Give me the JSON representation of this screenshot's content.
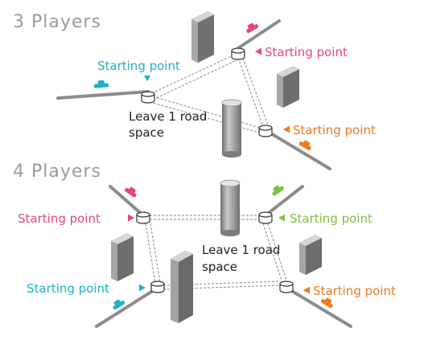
{
  "sections": [
    {
      "heading": "3 Players",
      "labels": [
        {
          "text": "Starting point",
          "color": "pink"
        },
        {
          "text": "Starting point",
          "color": "cyan"
        },
        {
          "text": "Starting point",
          "color": "orange"
        }
      ],
      "note_line1": "Leave 1 road",
      "note_line2": "space"
    },
    {
      "heading": "4 Players",
      "labels": [
        {
          "text": "Starting point",
          "color": "pink"
        },
        {
          "text": "Starting point",
          "color": "green"
        },
        {
          "text": "Starting point",
          "color": "cyan"
        },
        {
          "text": "Starting point",
          "color": "orange"
        }
      ],
      "note_line1": "Leave 1 road",
      "note_line2": "space"
    }
  ],
  "colors": {
    "heading": "#9b9b9b",
    "pink": "#e3477f",
    "cyan": "#1fb2c6",
    "orange": "#ec7a23",
    "green": "#7cc242",
    "road": "#8c8c8c",
    "text": "#222222"
  }
}
